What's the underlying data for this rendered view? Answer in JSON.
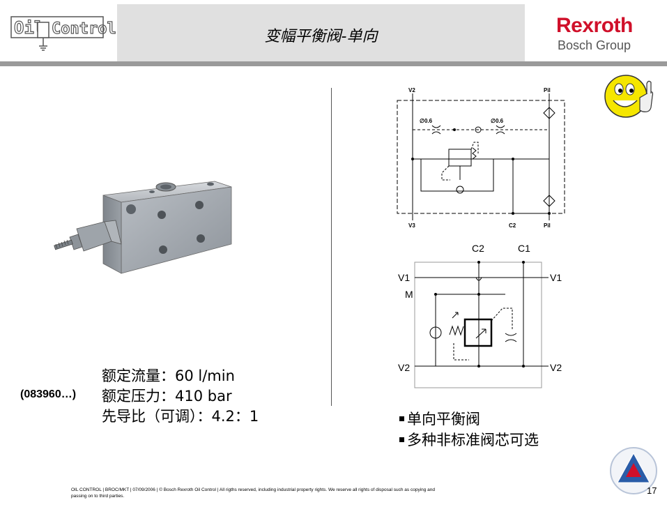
{
  "header": {
    "logo_text": "Oil Control",
    "title": "变幅平衡阀-单向",
    "brand_name": "Rexroth",
    "brand_group": "Bosch Group"
  },
  "schematic_top": {
    "port_v2": "V2",
    "port_pil_top": "Pil",
    "orifice_left": "∅0.6",
    "orifice_right": "∅0.6",
    "port_v3": "V3",
    "port_c2": "C2",
    "port_pil_bottom": "Pil"
  },
  "schematic_bottom": {
    "port_c2": "C2",
    "port_c1": "C1",
    "port_v1_left": "V1",
    "port_v1_right": "V1",
    "port_m": "M",
    "port_v2_left": "V2",
    "port_v2_right": "V2"
  },
  "specs": {
    "part_number": "(083960…)",
    "flow": "额定流量：60 l/min",
    "pressure": "额定压力：410 bar",
    "pilot_ratio": "先导比（可调）：4.2：1"
  },
  "features": [
    "单向平衡阀",
    "多种非标准阀芯可选"
  ],
  "footer": {
    "text_line1": "OIL CONTROL | BROC/MKT | 07/09/2006 | © Bosch Rexroth Oil Control | All rigths reserved, including industrial property rights. We reserve all rights of disposal such as copying and",
    "text_line2": "passing on to third parties.",
    "page_number": "17"
  },
  "colors": {
    "header_gray": "#e0e0e0",
    "rule_gray": "#9a9a9a",
    "brand_red": "#d0102a",
    "smiley_yellow": "#f5e600"
  }
}
